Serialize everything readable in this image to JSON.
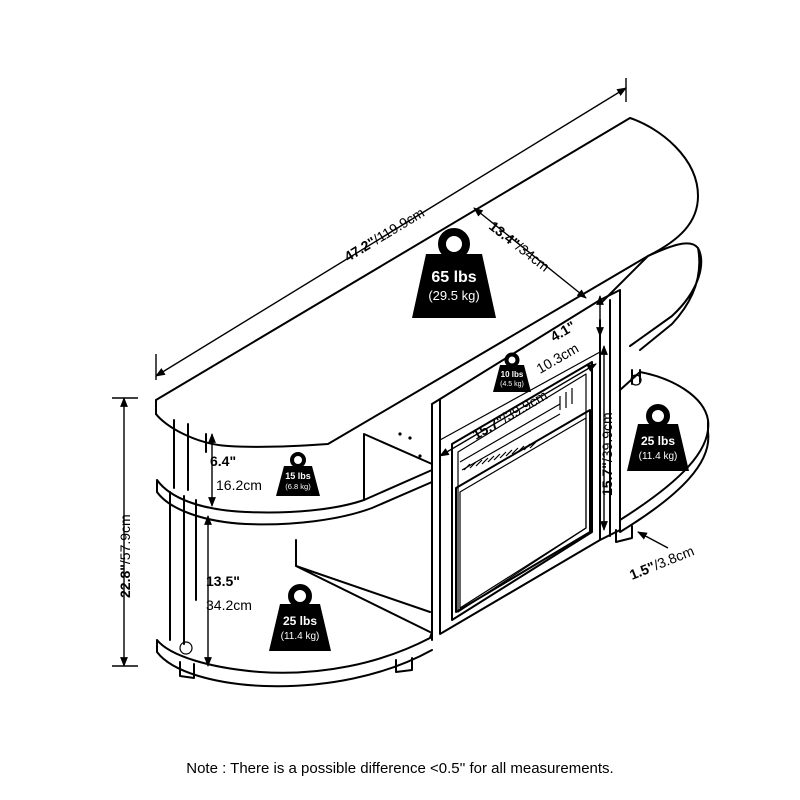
{
  "dimensions": {
    "width": {
      "inch": "47.2\"",
      "cm": "/119.9cm"
    },
    "depth": {
      "inch": "13.4\"",
      "cm": "/34cm"
    },
    "height": {
      "inch": "22.8\"",
      "cm": "/57.9cm"
    },
    "fireplace_opening_height": {
      "inch": "4.1\"",
      "cm": "10.3cm"
    },
    "fireplace_width": {
      "inch": "15.7\"",
      "cm": "/39.9cm"
    },
    "fireplace_height": {
      "inch": "15.7\"",
      "cm": "/39.9cm"
    },
    "upper_shelf_gap": {
      "inch": "6.4\"",
      "cm": "16.2cm"
    },
    "lower_shelf_gap": {
      "inch": "13.5\"",
      "cm": "34.2cm"
    },
    "leg_height": {
      "inch": "1.5\"",
      "cm": "/3.8cm"
    }
  },
  "weights": {
    "top": {
      "lbs": "65 lbs",
      "kg": "(29.5 kg)"
    },
    "fireplace_shelf": {
      "lbs": "10 lbs",
      "kg": "(4.5 kg)"
    },
    "left_upper_shelf": {
      "lbs": "15 lbs",
      "kg": "(6.8 kg)"
    },
    "left_bottom_shelf": {
      "lbs": "25 lbs",
      "kg": "(11.4 kg)"
    },
    "right_shelf": {
      "lbs": "25 lbs",
      "kg": "(11.4 kg)"
    }
  },
  "note": "Note : There is a possible difference <0.5'' for all measurements."
}
